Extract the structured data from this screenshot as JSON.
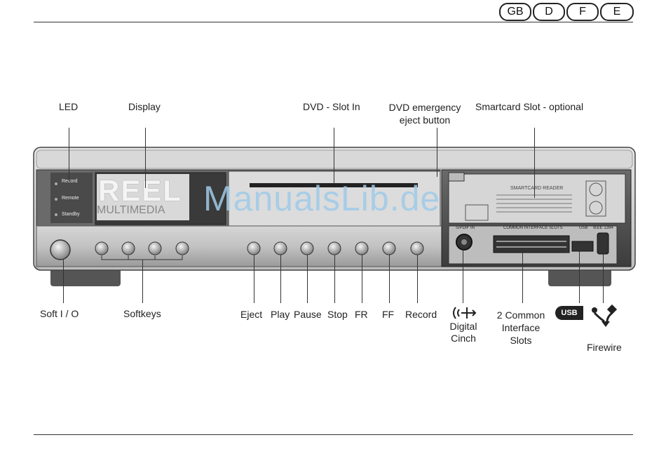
{
  "languages": [
    "GB",
    "D",
    "F",
    "E"
  ],
  "top_labels": {
    "led": "LED",
    "display": "Display",
    "dvd_slot": "DVD - Slot In",
    "dvd_emergency_line1": "DVD emergency",
    "dvd_emergency_line2": "eject button",
    "smartcard_slot": "Smartcard Slot - optional"
  },
  "device": {
    "led_labels": [
      "Record",
      "Remote",
      "Standby"
    ],
    "display_logo": "REEL",
    "display_sub": "MULTIMEDIA",
    "smartcard_reader": "SMARTCARD READER",
    "spdif_in": "S/PDIF IN",
    "ci_slots": "COMMON INTERFACE SLOTS",
    "usb": "USB",
    "ieee": "IEEE 1394"
  },
  "watermark": "ManualsLib.de",
  "bottom_labels": {
    "soft": "Soft I / O",
    "softkeys": "Softkeys",
    "eject": "Eject",
    "play": "Play",
    "pause": "Pause",
    "stop": "Stop",
    "fr": "FR",
    "ff": "FF",
    "record": "Record",
    "digital_line1": "Digital",
    "digital_line2": "Cinch",
    "ci_line1": "2 Common",
    "ci_line2": "Interface",
    "ci_line3": "Slots",
    "usb_badge": "USB",
    "firewire": "Firewire"
  },
  "colors": {
    "panel": "#c9c9c9",
    "panel_dark": "#555555",
    "watermark": "#9fcbe8"
  }
}
